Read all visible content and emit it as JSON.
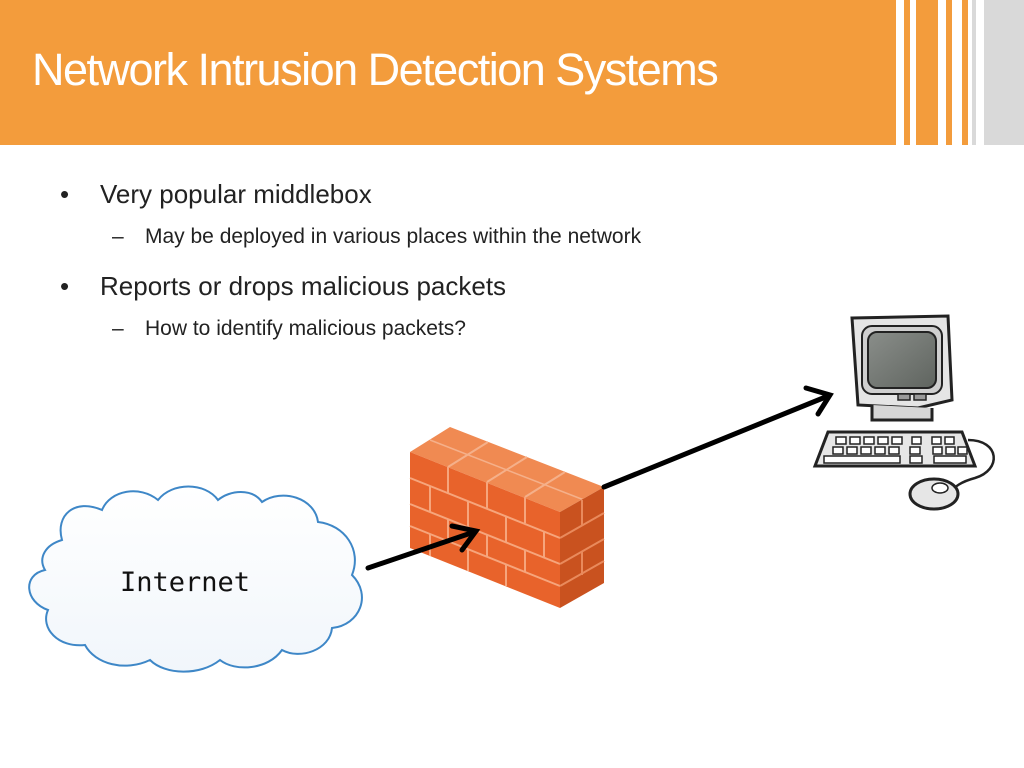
{
  "slide": {
    "title": "Network Intrusion Detection Systems",
    "accent_color": "#f39c3c",
    "bullets": [
      {
        "text": "Very popular middlebox",
        "sub": [
          "May be deployed in various places within the network"
        ]
      },
      {
        "text": "Reports or drops malicious packets",
        "sub": [
          "How to identify malicious packets?"
        ]
      }
    ],
    "bullet_glyph": "•",
    "sub_bullet_glyph": "–"
  },
  "diagram": {
    "cloud_label": "Internet",
    "cloud_icon": "cloud-icon",
    "firewall_icon": "brick-firewall-icon",
    "computer_icon": "desktop-computer-icon",
    "firewall_color": "#e8632b",
    "arrow_color": "#000000"
  }
}
